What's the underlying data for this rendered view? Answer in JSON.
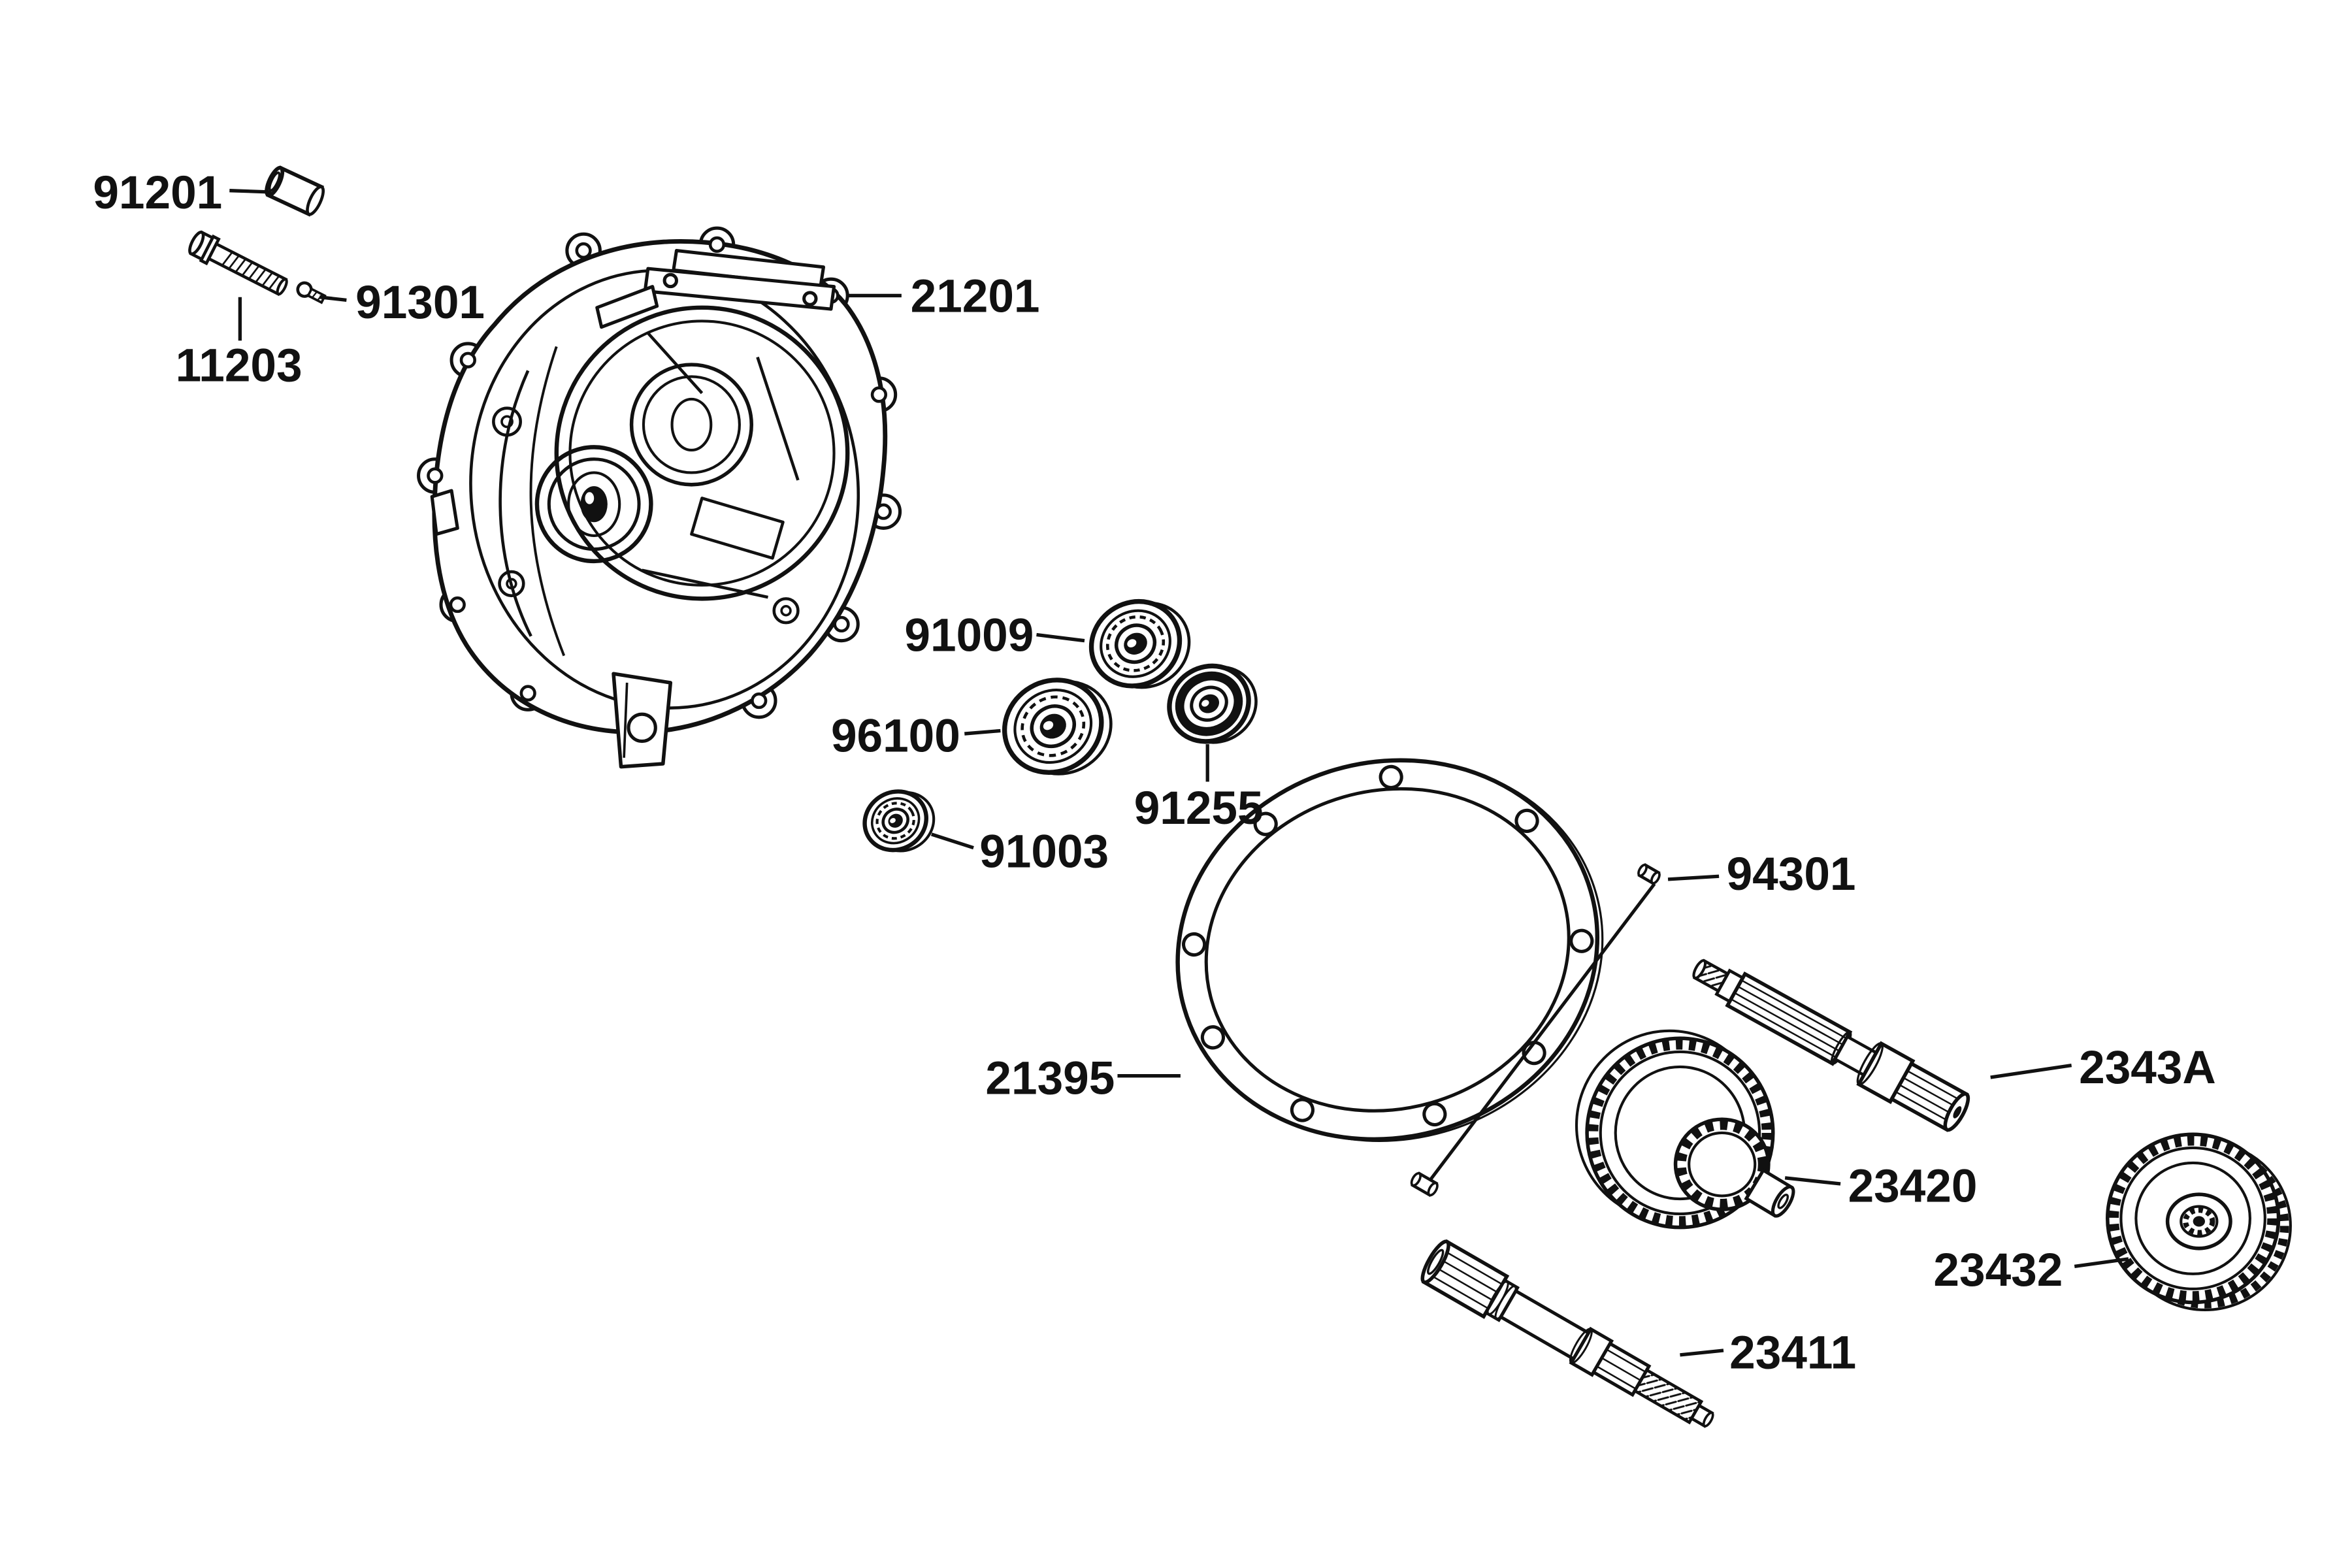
{
  "canvas": {
    "background": "#ffffff",
    "line_color": "#111111",
    "description": "Exploded parts diagram of transmission case, bearings, gasket, shafts and gears"
  },
  "parts": {
    "91201": "91201",
    "11203": "11203",
    "91301": "91301",
    "21201": "21201",
    "91009": "91009",
    "96100": "96100",
    "91255": "91255",
    "91003": "91003",
    "21395": "21395",
    "94301": "94301",
    "2343A": "2343A",
    "23420": "23420",
    "23432": "23432",
    "23411": "23411"
  }
}
